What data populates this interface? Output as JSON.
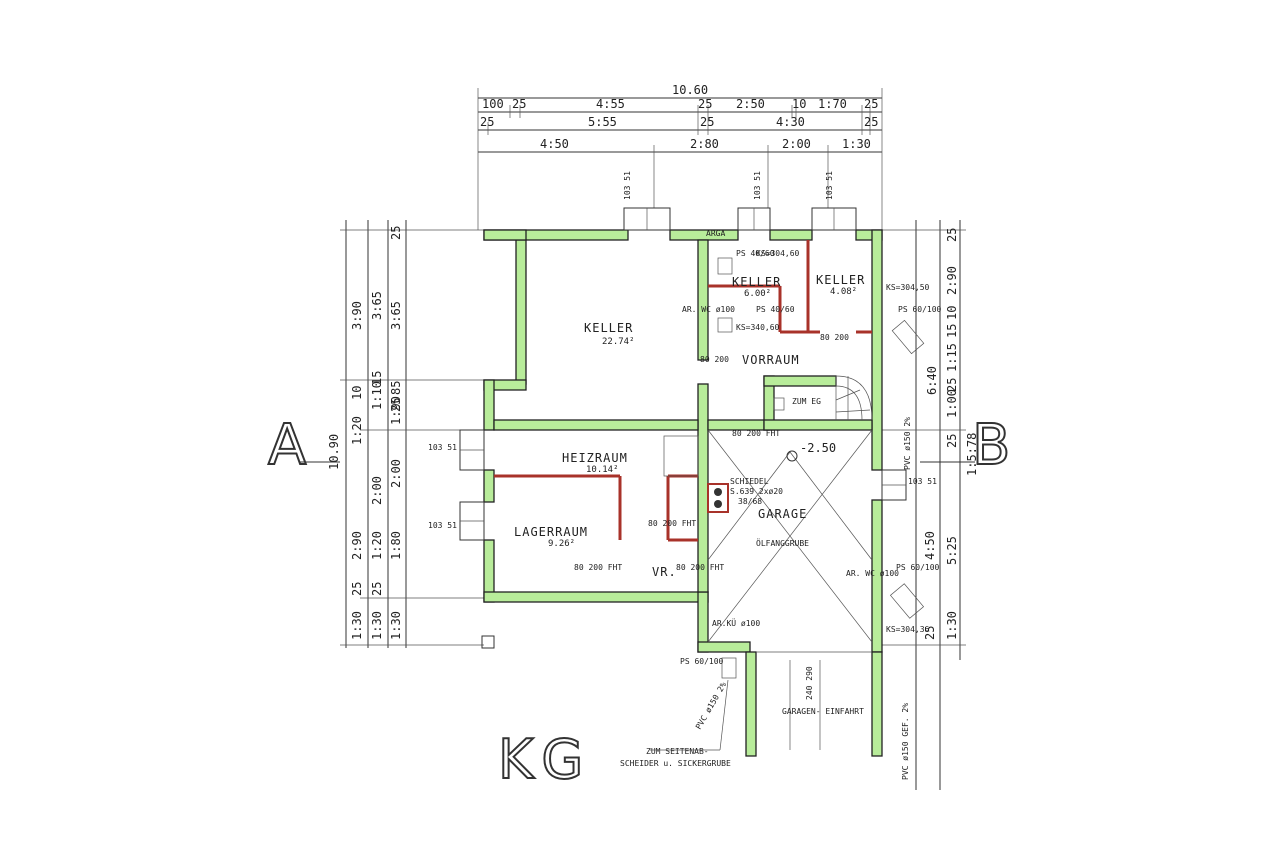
{
  "drawing": {
    "floor_label": "KG",
    "section_a": "A",
    "section_b": "B"
  },
  "dims": {
    "top_total": "10.60",
    "top_row1": [
      "100",
      "25",
      "4:55",
      "25",
      "2:50",
      "10",
      "1:70",
      "25"
    ],
    "top_row2": [
      "25",
      "5:55",
      "25",
      "4:30",
      "25"
    ],
    "top_row3": [
      "4:50",
      "2:80",
      "2:00",
      "1:30"
    ],
    "left_total": "10.90",
    "left_col_a": [
      "3:90",
      "10",
      "1:20",
      "2:90",
      "25",
      "1:30"
    ],
    "left_col_b": [
      "3:65",
      "15",
      "1:10",
      "2:00",
      "1:20",
      "25",
      "1:30"
    ],
    "left_col_c": [
      "25",
      "3:65",
      "85",
      "25",
      "1:90",
      "2:00",
      "1:80",
      "1:30"
    ],
    "right_total": "6:40",
    "right_col_a": [
      "25",
      "2:90",
      "10",
      "15",
      "1:15",
      "25"
    ],
    "right_col_b": [
      "5:25",
      "1:30"
    ],
    "right_col_c": [
      "4:50",
      "25"
    ],
    "right_misc": [
      "1:00",
      "25",
      "1:5:78"
    ]
  },
  "rooms": [
    {
      "name": "KELLER",
      "area": "22.74²"
    },
    {
      "name": "KELLER",
      "area": "6.00²"
    },
    {
      "name": "KELLER",
      "area": "4.08²"
    },
    {
      "name": "VORRAUM",
      "area": ""
    },
    {
      "name": "HEIZRAUM",
      "area": "10.14²"
    },
    {
      "name": "LAGERRAUM",
      "area": "9.26²"
    },
    {
      "name": "GARAGE",
      "area": ""
    },
    {
      "name": "VR.",
      "area": ""
    }
  ],
  "annotations": {
    "arga": "ARGA",
    "ps_top": "PS 40/60",
    "ks_top": "KS=304,60",
    "ks_right": "KS=304,50",
    "ar_wc": "AR. WC ø100",
    "ks_mid": "KS=340,60",
    "ps_mid": "PS 40/60",
    "ps_right": "PS 60/100",
    "window_top": [
      "103 51",
      "103 51",
      "103 51"
    ],
    "window_left": [
      "103 51",
      "103 51"
    ],
    "window_right": "103 51",
    "door_vorraum": "80 200",
    "door_keller": "80 200",
    "door_heiz": "80 200 FHT",
    "door_lager": "80 200 FHT",
    "door_vr": "80 200 FHT",
    "door_garage": "80 200 FHT",
    "level": "-2.50",
    "schiedel": "SCHIEDEL",
    "schiedel_spec": "S.639 2xø20",
    "schiedel_dim": "38/68",
    "oelfang": "ÖLFANGGRUBE",
    "zum_eg": "ZUM EG",
    "pvc_right": "PVC ø150 2%",
    "ar_wc_right": "AR. WC ø100",
    "ps_right_lower": "PS 60/100",
    "ks_lower": "KS=304,36",
    "ar_ku": "AR.KÜ ø100",
    "ps_bottom": "PS 60/100",
    "pvc_bottom": "PVC ø150 2%",
    "garagen_einfahrt": "GARAGEN- EINFAHRT",
    "einfahrt_dim": "240 290",
    "zum_seiten": "ZUM SEITENAB-",
    "zum_seiten2": "SCHEIDER u. SICKERGRUBE",
    "pvc_right_bottom": "PVC ø150 GEF. 2%"
  }
}
